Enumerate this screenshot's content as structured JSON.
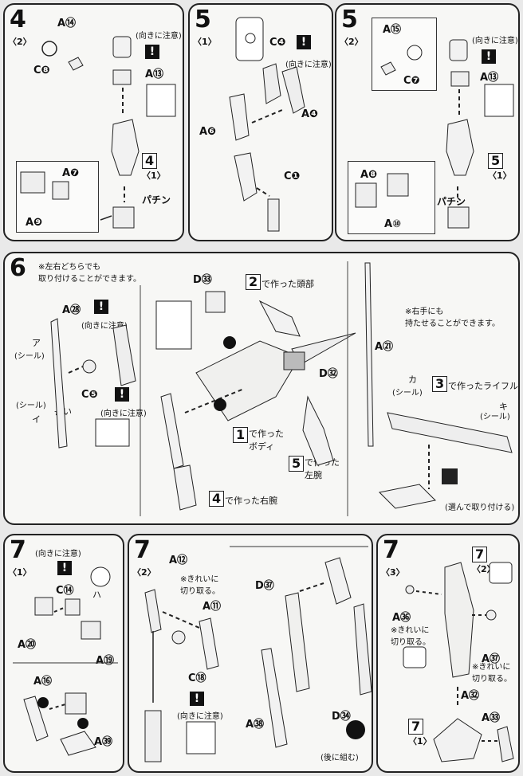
{
  "step4_2": {
    "num": "4",
    "sub": "〈2〉",
    "a14": "A⑭",
    "c8": "C❽",
    "caution": "(向きに注意)",
    "a13": "A⑬",
    "ref_num": "4",
    "ref_sub": "〈1〉",
    "a7": "A❼",
    "a9": "A❾",
    "snap": "パチン"
  },
  "step5_1": {
    "num": "5",
    "sub": "〈1〉",
    "c4": "C❹",
    "caution": "(向きに注意)",
    "a4": "A❹",
    "a6": "A❻",
    "c1": "C❶"
  },
  "step5_2": {
    "num": "5",
    "sub": "〈2〉",
    "a15": "A⑮",
    "c7": "C❼",
    "caution": "(向きに注意)",
    "a13": "A⑬",
    "ref_num": "5",
    "ref_sub": "〈1〉",
    "a8": "A❽",
    "a10": "A⑩",
    "snap": "パチン"
  },
  "step6": {
    "num": "6",
    "note_both": "※左右どちらでも\n取り付けることができます。",
    "d33": "D㉝",
    "ref2": "2",
    "ref2_text": "で作った頭部",
    "a28": "A㉘",
    "caution": "(向きに注意)",
    "seal_a": "ア",
    "seal_label": "(シール)",
    "seal_i": "イ",
    "c5": "C❺",
    "long": "長い",
    "caution2": "(向きに注意)",
    "d32": "D㉜",
    "ref1": "1",
    "ref1_text": "で作った\nボディ",
    "ref5": "5",
    "ref5_text": "で作った\n左腕",
    "ref4": "4",
    "ref4_text": "で作った右腕",
    "note_right": "※右手にも\n持たせることができます。",
    "a21": "A㉑",
    "seal_ka": "カ",
    "seal_label2": "(シール)",
    "ref3": "3",
    "ref3_text": "で作ったライフル",
    "seal_ki": "キ",
    "seal_label3": "(シール)",
    "choose": "(選んで取り付ける)"
  },
  "step7_1": {
    "num": "7",
    "sub": "〈1〉",
    "caution": "(向きに注意)",
    "c14": "C⑭",
    "ha": "ハ",
    "a20": "A⑳",
    "a19": "A⑲",
    "a16": "A⑯",
    "a39": "A㊴"
  },
  "step7_2": {
    "num": "7",
    "sub": "〈2〉",
    "a12": "A⑫",
    "cut": "※きれいに\n切り取る。",
    "a11": "A⑪",
    "c18": "C⑱",
    "caution": "(向きに注意)",
    "d37": "D㊲",
    "a38": "A㊳",
    "d34": "D㉞",
    "back": "(後に組む)"
  },
  "step7_3": {
    "num": "7",
    "sub": "〈3〉",
    "ref_num": "7",
    "ref_sub": "〈2〉",
    "a36": "A㊱",
    "cut": "※きれいに\n切り取る。",
    "a37": "A㊲",
    "cut2": "※きれいに\n切り取る。",
    "a32": "A㉜",
    "a33": "A㉝",
    "ref2_num": "7",
    "ref2_sub": "〈1〉"
  }
}
